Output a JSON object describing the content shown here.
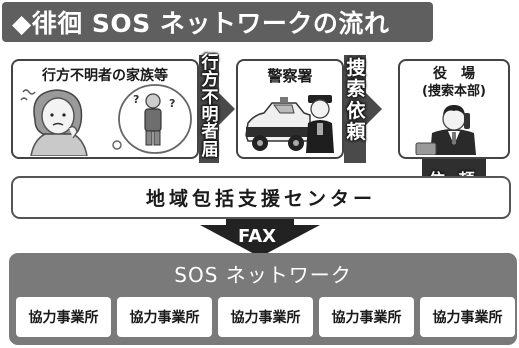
{
  "title": "◆徘徊 SOS ネットワークの流れ",
  "family_box": {
    "label": "行方不明者の家族等"
  },
  "report_arrow": {
    "chars": [
      "行",
      "方",
      "不",
      "明",
      "者",
      "届"
    ]
  },
  "police_box": {
    "label": "警察署"
  },
  "request_arrow": {
    "chars": [
      "捜",
      "索",
      "依",
      "頼"
    ]
  },
  "office_box": {
    "line1": "役　場",
    "line2": "(捜索本部)"
  },
  "request_down": {
    "label": "依 頼"
  },
  "center_box": {
    "label": "地域包括支援センター"
  },
  "fax": {
    "label": "FAX"
  },
  "network": {
    "title": "SOS ネットワーク",
    "offices": [
      "協力事業所",
      "協力事業所",
      "協力事業所",
      "協力事業所",
      "協力事業所"
    ]
  }
}
